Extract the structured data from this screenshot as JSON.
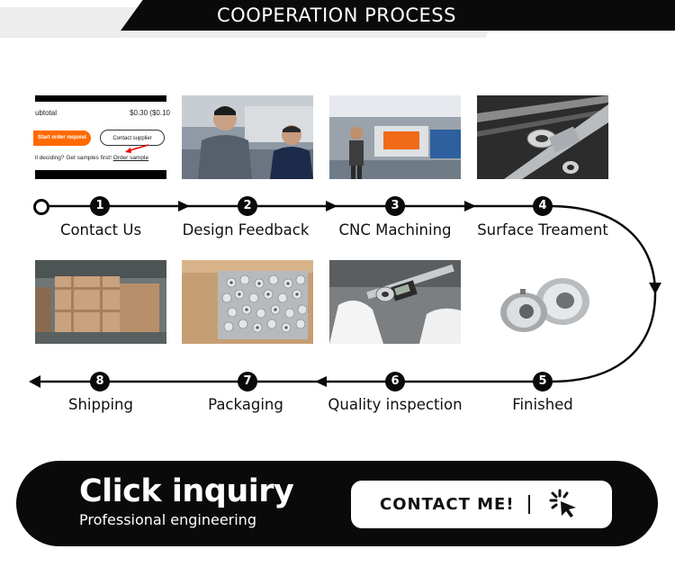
{
  "header": {
    "title": "COOPERATION PROCESS"
  },
  "order_mock": {
    "subtotal": "ubtotal",
    "price": "$0.30 ($0.10",
    "start_order": "Start order request",
    "contact_supplier": "Contact supplier",
    "note_prefix": "ll deciding? Get samples first!",
    "note_link": "Order sample"
  },
  "steps": [
    {
      "number": "1",
      "label": "Contact Us"
    },
    {
      "number": "2",
      "label": "Design Feedback"
    },
    {
      "number": "3",
      "label": "CNC Machining"
    },
    {
      "number": "4",
      "label": "Surface Treament"
    },
    {
      "number": "5",
      "label": "Finished"
    },
    {
      "number": "6",
      "label": "Quality inspection"
    },
    {
      "number": "7",
      "label": "Packaging"
    },
    {
      "number": "8",
      "label": "Shipping"
    }
  ],
  "cta": {
    "title": "Click inquiry",
    "subtitle": "Professional engineering",
    "button_label": "CONTACT ME!",
    "button_icon": "click-cursor-icon"
  },
  "colors": {
    "dark": "#0a0a0a",
    "accent_orange": "#ff6a00",
    "light_grey": "#ededed"
  }
}
